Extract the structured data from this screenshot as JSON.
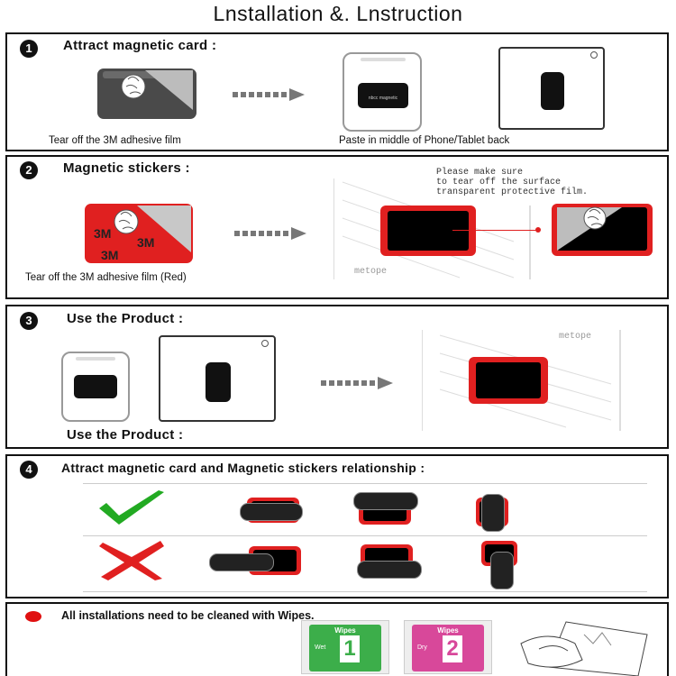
{
  "page": {
    "title": "Lnstallation &. Lnstruction"
  },
  "steps": [
    {
      "num": "1",
      "heading": "Attract magnetic card :",
      "caption_left": "Tear off the 3M adhesive film",
      "caption_right": "Paste in middle of Phone/Tablet back",
      "card_text": "nbcc magnetic"
    },
    {
      "num": "2",
      "heading": "Magnetic stickers :",
      "caption_left": "Tear off the 3M adhesive film (Red)",
      "note_lines": [
        "Please make sure",
        "to tear off the surface",
        "transparent protective film."
      ],
      "watermark": "metope",
      "sticker_text": "3M"
    },
    {
      "num": "3",
      "heading": "Use the Product :",
      "caption_bottom": "Use the Product :",
      "watermark": "metope"
    },
    {
      "num": "4",
      "heading": "Attract magnetic card and Magnetic stickers relationship :"
    }
  ],
  "footer": {
    "note": "All installations need to be cleaned with Wipes.",
    "wipes": [
      {
        "brand": "Wipes",
        "tag": "Wet",
        "number": "1",
        "color": "#3cae4a"
      },
      {
        "brand": "Wipes",
        "tag": "Dry",
        "number": "2",
        "color": "#d8489a"
      }
    ]
  },
  "colors": {
    "red": "#e02020",
    "green": "#22aa22",
    "cross": "#e02020",
    "bullet": "#e01010"
  }
}
